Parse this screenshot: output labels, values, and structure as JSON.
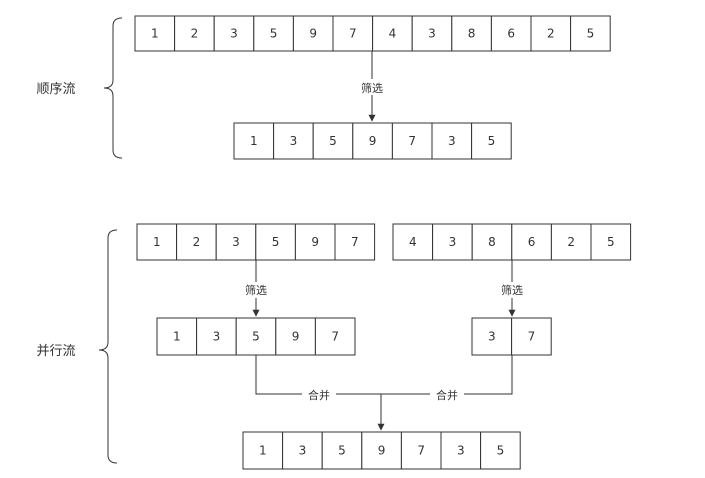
{
  "sequential": {
    "label": "顺序流",
    "source": [
      "1",
      "2",
      "3",
      "5",
      "9",
      "7",
      "4",
      "3",
      "8",
      "6",
      "2",
      "5"
    ],
    "filter_label": "筛选",
    "result": [
      "1",
      "3",
      "5",
      "9",
      "7",
      "3",
      "5"
    ]
  },
  "parallel": {
    "label": "并行流",
    "left_source": [
      "1",
      "2",
      "3",
      "5",
      "9",
      "7"
    ],
    "right_source": [
      "4",
      "3",
      "8",
      "6",
      "2",
      "5"
    ],
    "left_filter_label": "筛选",
    "right_filter_label": "筛选",
    "left_result": [
      "1",
      "3",
      "5",
      "9",
      "7"
    ],
    "right_result": [
      "3",
      "7"
    ],
    "merge_label_left": "合并",
    "merge_label_right": "合并",
    "final": [
      "1",
      "3",
      "5",
      "9",
      "7",
      "3",
      "5"
    ]
  },
  "colors": {
    "stroke": "#333333",
    "text": "#333333",
    "background": "#ffffff"
  }
}
